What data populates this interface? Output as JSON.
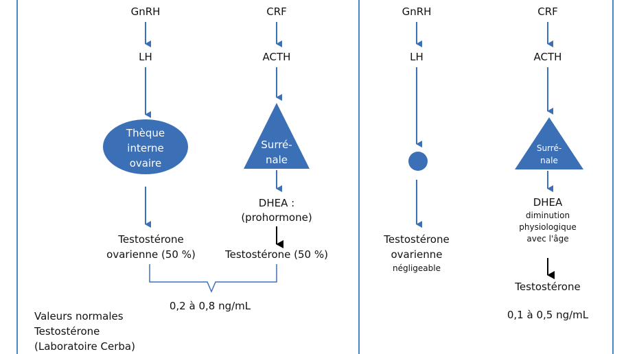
{
  "colors": {
    "accent": "#3c70b6",
    "frame": "#4a86c5",
    "text": "#111111"
  },
  "left": {
    "col1": {
      "hormone1": "GnRH",
      "hormone2": "LH",
      "organ_lines": [
        "Thèque",
        "interne",
        "ovaire"
      ],
      "result_lines": [
        "Testostérone",
        "ovarienne (50 %)"
      ]
    },
    "col2": {
      "hormone1": "CRF",
      "hormone2": "ACTH",
      "organ_lines": [
        "Surré-",
        "nale"
      ],
      "precursor_lines": [
        "DHEA :",
        "(prohormone)"
      ],
      "result": "Testostérone (50 %)"
    },
    "total": "0,2 à 0,8 ng/mL",
    "note_lines": [
      "Valeurs normales",
      "Testostérone",
      "(Laboratoire Cerba)"
    ]
  },
  "right": {
    "col1": {
      "hormone1": "GnRH",
      "hormone2": "LH",
      "result_lines": [
        "Testostérone",
        "ovarienne"
      ],
      "result_note": "négligeable"
    },
    "col2": {
      "hormone1": "CRF",
      "hormone2": "ACTH",
      "organ_lines": [
        "Surré-",
        "nale"
      ],
      "precursor": "DHEA",
      "precursor_note_lines": [
        "diminution",
        "physiologique",
        "avec l'âge"
      ],
      "result": "Testostérone",
      "range": "0,1 à 0,5 ng/mL"
    }
  }
}
